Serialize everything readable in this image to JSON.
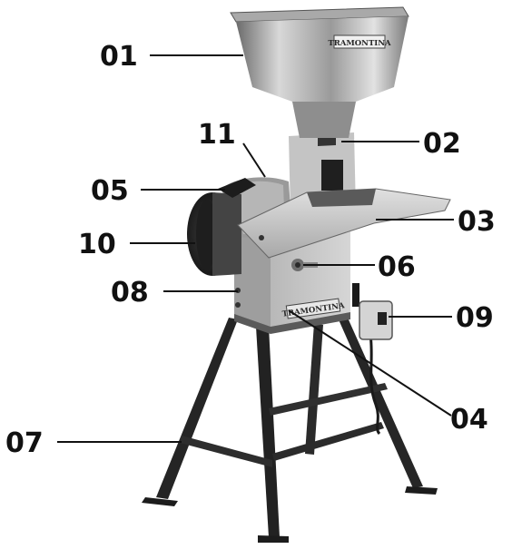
{
  "brand": {
    "hopper_plate": "TRAMONTINA",
    "body_plate": "TRAMONTINA"
  },
  "callouts": [
    {
      "id": "01",
      "text": "01"
    },
    {
      "id": "02",
      "text": "02"
    },
    {
      "id": "03",
      "text": "03"
    },
    {
      "id": "04",
      "text": "04"
    },
    {
      "id": "05",
      "text": "05"
    },
    {
      "id": "06",
      "text": "06"
    },
    {
      "id": "07",
      "text": "07"
    },
    {
      "id": "08",
      "text": "08"
    },
    {
      "id": "09",
      "text": "09"
    },
    {
      "id": "10",
      "text": "10"
    },
    {
      "id": "11",
      "text": "11"
    }
  ],
  "colors": {
    "ink": "#111111",
    "metal_light": "#c9c9c9",
    "metal_dark": "#3a3a3a",
    "leg": "#222222"
  }
}
